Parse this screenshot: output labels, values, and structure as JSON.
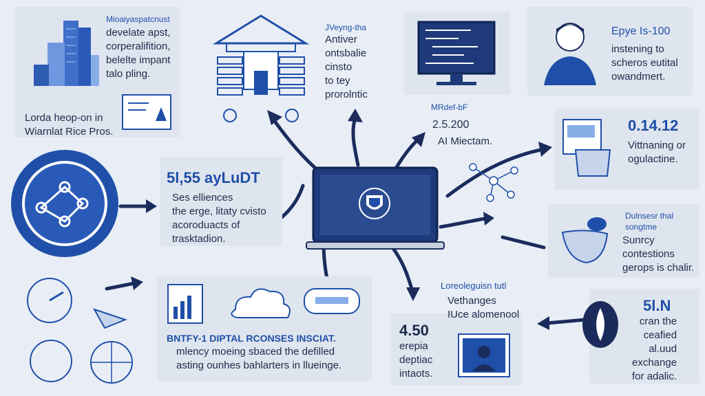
{
  "colors": {
    "background": "#e9eef6",
    "card": "#dfe5ee",
    "accent": "#1f4fa8",
    "dark": "#1b2c5c",
    "laptop_screen": "#1e3a7a"
  },
  "center": {
    "icon": "shield-icon"
  },
  "cards": {
    "top_left": {
      "heading": "Mioaiyaspatcnust",
      "lines": [
        "develate apst,",
        "corperalifition,",
        "belelte impant",
        "talo pling."
      ],
      "caption_lines": [
        "Lorda heop-on in",
        "Wiarnlat Rice Pros."
      ],
      "icon": "buildings-icon"
    },
    "top_mid": {
      "heading": "JVeyng-tha",
      "lines": [
        "Antiver",
        "ontsbalie",
        "cinsto",
        "to tey",
        "prorolntic"
      ],
      "icon": "bank-icon"
    },
    "monitor": {
      "heading": "MRdef-bF",
      "value": "2.5.200",
      "caption": "AI Miectam.",
      "icon": "monitor-code-icon"
    },
    "top_right": {
      "heading": "Epye Is-100",
      "lines": [
        "instening to",
        "scheros eutital",
        "owandmert."
      ],
      "icon": "person-icon"
    },
    "left_mid": {
      "value": "5l,55 ayLuDT",
      "lines": [
        "Ses elliences",
        "the erge, litaty cvisto",
        "acoroduacts of",
        "trasktadion."
      ],
      "icon": "globe-network-icon"
    },
    "right_mid": {
      "value": "0.14.12",
      "lines": [
        "Vittnaning or",
        "ogulactine."
      ],
      "icon": "document-icon"
    },
    "right_lower": {
      "heading_lines": [
        "Dulnsesr thal",
        "songtme"
      ],
      "lines": [
        "Sunrcy",
        "contestions",
        "gerops is chalir."
      ],
      "icon": "bowl-icon"
    },
    "bottom_left": {
      "title": "BNTFY-1 DIPTAL RCONSES INSCIAT.",
      "lines": [
        "mlency moeing sbaced the defilled",
        "asting ounhes bahlarters in llueinge."
      ],
      "icon": "chart-cloud-icon"
    },
    "bottom_mid": {
      "value": "4.50",
      "heading_lines": [
        "Loreoleguisn tutl",
        "Vethanges",
        "IUce alomenool"
      ],
      "lines": [
        "erepia",
        "deptiac",
        "intaots."
      ],
      "icon": "video-call-icon"
    },
    "bottom_right": {
      "value": "5l.N",
      "lines": [
        "cran the",
        "ceafied",
        "al.uud",
        "exchange",
        "for adalic."
      ],
      "icon": "coin-icon"
    }
  }
}
